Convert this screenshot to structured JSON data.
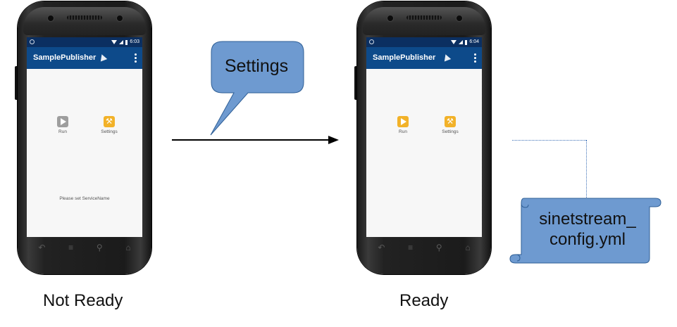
{
  "phones": [
    {
      "status_time": "6:03",
      "app_title": "SamplePublisher",
      "tiles": [
        {
          "label": "Run",
          "icon": "play-icon",
          "color": "#9e9e9e"
        },
        {
          "label": "Settings",
          "icon": "wrench-icon",
          "color": "#f2b229"
        }
      ],
      "message": "Please set ServiceName",
      "caption": "Not Ready"
    },
    {
      "status_time": "6:04",
      "app_title": "SamplePublisher",
      "tiles": [
        {
          "label": "Run",
          "icon": "play-icon",
          "color": "#f2b229"
        },
        {
          "label": "Settings",
          "icon": "wrench-icon",
          "color": "#f2b229"
        }
      ],
      "message": "",
      "caption": "Ready"
    }
  ],
  "callout": {
    "text": "Settings",
    "fill": "#6e9ad0",
    "stroke": "#2f5f96"
  },
  "config_file": {
    "line1": "sinetstream_",
    "line2": "config.yml",
    "fill": "#6e9ad0"
  },
  "colors": {
    "appbar": "#0d4a8a",
    "statusbar": "#0b2f61"
  }
}
